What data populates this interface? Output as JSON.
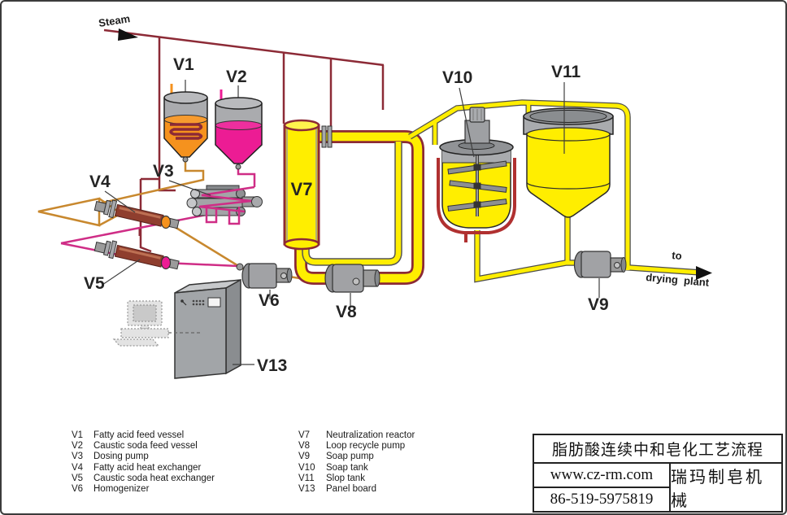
{
  "diagram": {
    "steam_label": "Steam",
    "to_drying_line1": "to",
    "to_drying_line2": "drying  plant",
    "equipment_labels": {
      "v1": "V1",
      "v2": "V2",
      "v3": "V3",
      "v4": "V4",
      "v5": "V5",
      "v6": "V6",
      "v7": "V7",
      "v8": "V8",
      "v9": "V9",
      "v10": "V10",
      "v11": "V11",
      "v13": "V13"
    }
  },
  "legend": {
    "left": [
      {
        "code": "V1",
        "desc": "Fatty acid feed vessel"
      },
      {
        "code": "V2",
        "desc": "Caustic soda feed vessel"
      },
      {
        "code": "V3",
        "desc": "Dosing pump"
      },
      {
        "code": "V4",
        "desc": "Fatty acid heat exchanger"
      },
      {
        "code": "V5",
        "desc": "Caustic soda heat exchanger"
      },
      {
        "code": "V6",
        "desc": "Homogenizer"
      }
    ],
    "right": [
      {
        "code": "V7",
        "desc": "Neutralization reactor"
      },
      {
        "code": "V8",
        "desc": "Loop recycle pump"
      },
      {
        "code": "V9",
        "desc": "Soap pump"
      },
      {
        "code": "V10",
        "desc": "Soap tank"
      },
      {
        "code": "V11",
        "desc": "Slop tank"
      },
      {
        "code": "V13",
        "desc": "Panel board"
      }
    ]
  },
  "title_block": {
    "title": "脂肪酸连续中和皂化工艺流程",
    "website": "www.cz-rm.com",
    "phone": "86-519-5975819",
    "company": "瑞玛制皂机械"
  },
  "colors": {
    "steam_pipe": "#8c2a36",
    "fatty_acid_orange": "#f5921e",
    "caustic_magenta": "#ec1c94",
    "soap_yellow": "#ffee00",
    "feed_pipe_tan": "#c8882e",
    "equipment_gray": "#a1a2a5",
    "jacket_red": "#b03030"
  }
}
